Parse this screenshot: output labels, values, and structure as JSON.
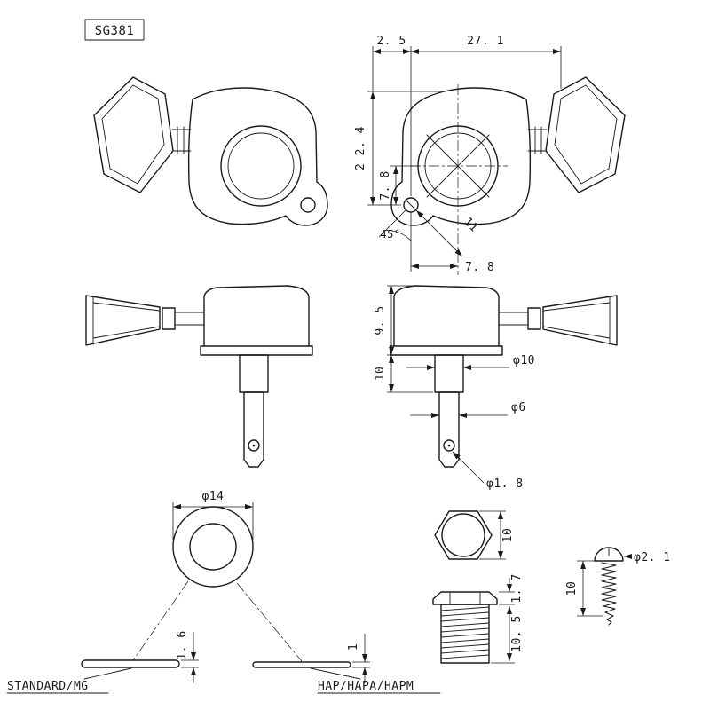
{
  "title": "SG381",
  "front_dims": {
    "offset_top": "2. 5",
    "overall_width": "27. 1",
    "height": "2 2. 4",
    "center_drop": "7. 8",
    "angle": "45°",
    "diagonal": "11",
    "bottom_offset": "7. 8"
  },
  "side_dims": {
    "housing_height": "9. 5",
    "bushing_length": "10",
    "post_dia": "φ10",
    "shaft_dia": "φ6",
    "string_hole_dia": "φ1. 8"
  },
  "parts_dims": {
    "washer_dia": "φ14",
    "standard_plate_thickness": "1. 6",
    "hap_plate_thickness": "1",
    "nut_width": "10",
    "nut_flange_thickness": "1. 7",
    "screw_bushing_length": "10. 5",
    "wood_screw_dia": "φ2. 1",
    "wood_screw_length": "10"
  },
  "labels": {
    "standard": "STANDARD/MG",
    "hap": "HAP/HAPA/HAPM"
  }
}
